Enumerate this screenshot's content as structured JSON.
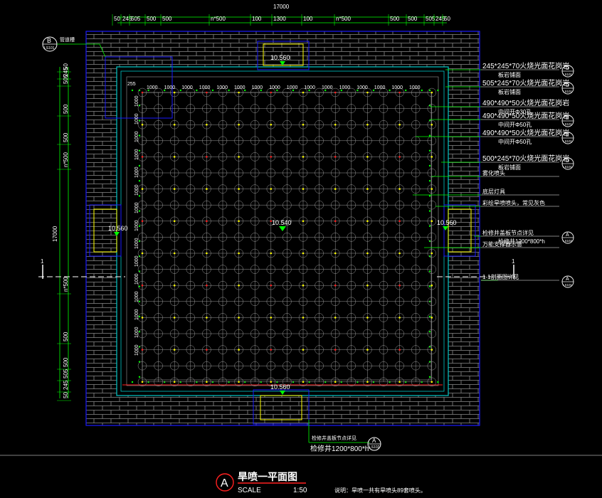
{
  "drawing": {
    "title": "旱喷一平面图",
    "title_marker": "A",
    "scale_label": "SCALE",
    "scale_value": "1:50",
    "note": "说明：旱喷一共有旱喷头89套喷头。"
  },
  "dimensions": {
    "overall_width": "17000",
    "overall_height": "17000",
    "top": [
      "50",
      "245",
      "505",
      "500",
      "500",
      "n*500",
      "100",
      "1300",
      "100",
      "n*500",
      "500",
      "500",
      "505",
      "245",
      "50"
    ],
    "left": [
      "50",
      "245",
      "505",
      "500",
      "500",
      "n*500",
      "n*500",
      "500",
      "500",
      "505",
      "245",
      "50"
    ],
    "grid_spacing": "1000",
    "corner_small": "255"
  },
  "elevations": {
    "top": "10.560",
    "left": "10.560",
    "right": "10.560",
    "bottom": "10.560",
    "center": "10.540"
  },
  "callouts": [
    {
      "text": "245*245*70火烧光面花岗岩",
      "sub": "板岩铺面",
      "tag": "D",
      "ref": "LS101"
    },
    {
      "text": "505*245*70火烧光面花岗岩",
      "sub": "板岩铺面",
      "tag": "D",
      "ref": "LS101"
    },
    {
      "text": "490*490*50火烧光面花岗岩",
      "sub": "中间开Φ30孔",
      "tag": "",
      "ref": ""
    },
    {
      "text": "490*490*50火烧光面花岗岩",
      "sub": "中间开Φ50孔",
      "tag": "E",
      "ref": "LS101"
    },
    {
      "text": "490*490*50火烧光面花岗岩",
      "sub": "中间开Φ50孔",
      "tag": "E",
      "ref": "LS101"
    },
    {
      "text": "500*245*70火烧光面花岗岩",
      "sub": "板岩铺面",
      "tag": "D",
      "ref": "LS101"
    },
    {
      "text": "雾化喷头",
      "sub": "",
      "tag": "",
      "ref": ""
    },
    {
      "text": "底层灯具",
      "sub": "",
      "tag": "",
      "ref": ""
    },
    {
      "text": "彩绘旱喷喷头，常见灰色",
      "sub": "",
      "tag": "",
      "ref": ""
    },
    {
      "text": "检修井盖板节点详见",
      "sub": "检修井1200*800*h",
      "tag": "A",
      "ref": "LS102"
    },
    {
      "text": "万能支撑器示意",
      "sub": "",
      "tag": "",
      "ref": ""
    },
    {
      "text": "1-1剖面图详见",
      "sub": "",
      "tag": "A",
      "ref": "LS101"
    }
  ],
  "bottom_callout": {
    "text": "检修井盖板节点详见",
    "sub": "检修井1200*800*h",
    "tag": "A",
    "ref": "LS102"
  },
  "section_marker": "1",
  "detail_marker": {
    "tag": "B",
    "ref": "LS101",
    "label": "管道槽"
  },
  "colors": {
    "background": "#000000",
    "brick": "#8a8a8a",
    "outline": "#1a1aff",
    "pool_edge": "#00c8c8",
    "green": "#00ff00",
    "yellow": "#ffff00",
    "red": "#ff2020",
    "dim": "#ffffff",
    "grid": "#9a9a9a"
  }
}
